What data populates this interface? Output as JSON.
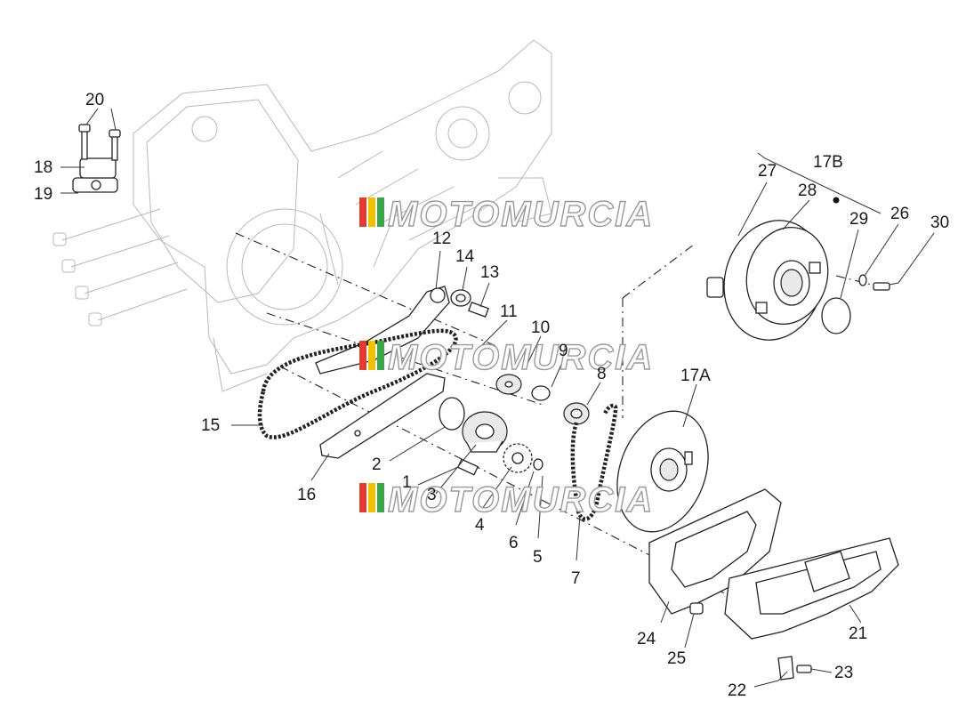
{
  "callouts": [
    {
      "id": "20",
      "text": "20"
    },
    {
      "id": "18",
      "text": "18"
    },
    {
      "id": "19",
      "text": "19"
    },
    {
      "id": "12",
      "text": "12"
    },
    {
      "id": "14",
      "text": "14"
    },
    {
      "id": "13",
      "text": "13"
    },
    {
      "id": "11",
      "text": "11"
    },
    {
      "id": "10",
      "text": "10"
    },
    {
      "id": "9",
      "text": "9"
    },
    {
      "id": "8",
      "text": "8"
    },
    {
      "id": "15",
      "text": "15"
    },
    {
      "id": "16",
      "text": "16"
    },
    {
      "id": "2",
      "text": "2"
    },
    {
      "id": "1",
      "text": "1"
    },
    {
      "id": "3",
      "text": "3"
    },
    {
      "id": "4",
      "text": "4"
    },
    {
      "id": "6",
      "text": "6"
    },
    {
      "id": "5",
      "text": "5"
    },
    {
      "id": "7",
      "text": "7"
    },
    {
      "id": "17A",
      "text": "17A"
    },
    {
      "id": "17B",
      "text": "17B"
    },
    {
      "id": "27",
      "text": "27"
    },
    {
      "id": "28",
      "text": "28"
    },
    {
      "id": "29",
      "text": "29"
    },
    {
      "id": "26",
      "text": "26"
    },
    {
      "id": "30",
      "text": "30"
    },
    {
      "id": "24",
      "text": "24"
    },
    {
      "id": "25",
      "text": "25"
    },
    {
      "id": "21",
      "text": "21"
    },
    {
      "id": "22",
      "text": "22"
    },
    {
      "id": "23",
      "text": "23"
    }
  ],
  "watermark": {
    "text": "MOTOMURCIA",
    "stripe_colors": [
      "#e53a2f",
      "#f2c200",
      "#3aa64a"
    ]
  },
  "colors": {
    "line": "#222222",
    "ghost_line": "#b8b8b8",
    "background": "#ffffff"
  }
}
